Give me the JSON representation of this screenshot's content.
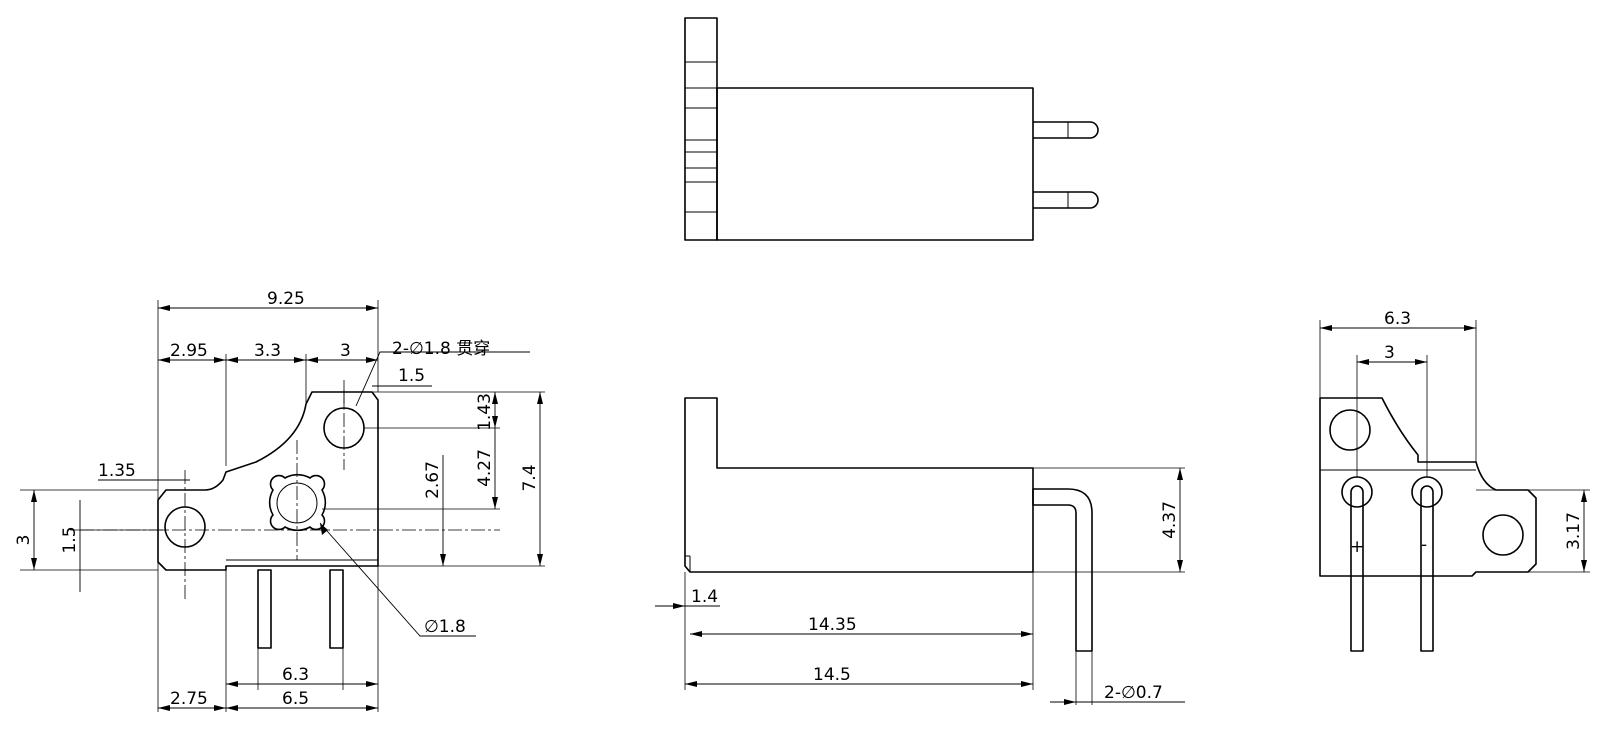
{
  "views": {
    "top": {},
    "front": {
      "dims": {
        "overall_width": "9.25",
        "seg_left": "2.95",
        "seg_mid": "3.3",
        "seg_right": "3",
        "hole_callout": "2-∅1.8 贯穿",
        "hole_offset": "1.5",
        "hole_top": "1.43",
        "hole_height": "4.27",
        "overall_height": "7.4",
        "center_height": "2.67",
        "tab_width": "1.35",
        "tab_height": "3",
        "tab_half": "1.5",
        "center_hole": "∅1.8",
        "pin_spacing": "6.3",
        "base_width": "6.5",
        "base_offset": "2.75"
      }
    },
    "side": {
      "dims": {
        "flange": "1.4",
        "body_length": "14.35",
        "overall_length": "14.5",
        "height": "4.37",
        "pin_callout": "2-∅0.7"
      }
    },
    "right": {
      "dims": {
        "width": "6.3",
        "pin_pitch": "3",
        "tab_height": "3.17"
      }
    }
  }
}
